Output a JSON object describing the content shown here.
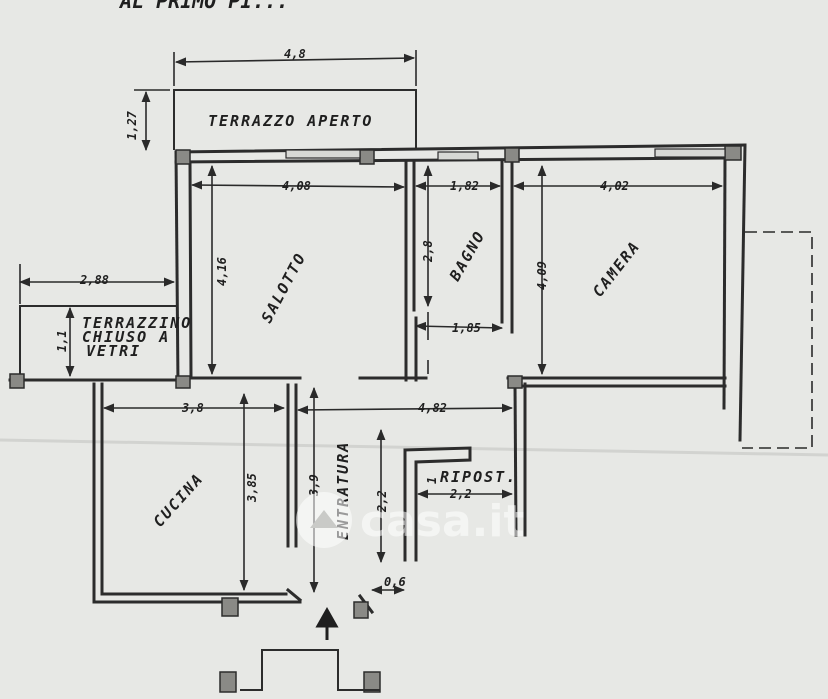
{
  "header_text": "AL PRIMO PI...",
  "rooms": {
    "terrazzo_aperto": "TERRAZZO APERTO",
    "terrazzino_line1": "TERRAZZINO",
    "terrazzino_line2": "CHIUSO A",
    "terrazzino_line3": "VETRI",
    "salotto": "SALOTTO",
    "bagno": "BAGNO",
    "camera": "CAMERA",
    "cucina": "CUCINA",
    "entratura": "ENTRATURA",
    "ripost": "RIPOST."
  },
  "dimensions": {
    "terrazzo_width": "4,8",
    "terrazzo_depth": "1,27",
    "salotto_width": "4,08",
    "salotto_depth": "4,16",
    "bagno_width": "1,82",
    "bagno_depth": "2,8",
    "bagno_lower_width": "1,85",
    "camera_width": "4,02",
    "camera_depth": "4,09",
    "terrazzino_width": "2,88",
    "terrazzino_depth": "1,1",
    "cucina_width": "3,8",
    "cucina_depth": "3,85",
    "corridor_width": "4,82",
    "entratura_depth": "3,9",
    "ripost_depth": "2,2",
    "ripost_width": "2,2",
    "ripost_count": "1",
    "door_width": "0,6"
  },
  "watermark": {
    "logo": "casa.it"
  }
}
